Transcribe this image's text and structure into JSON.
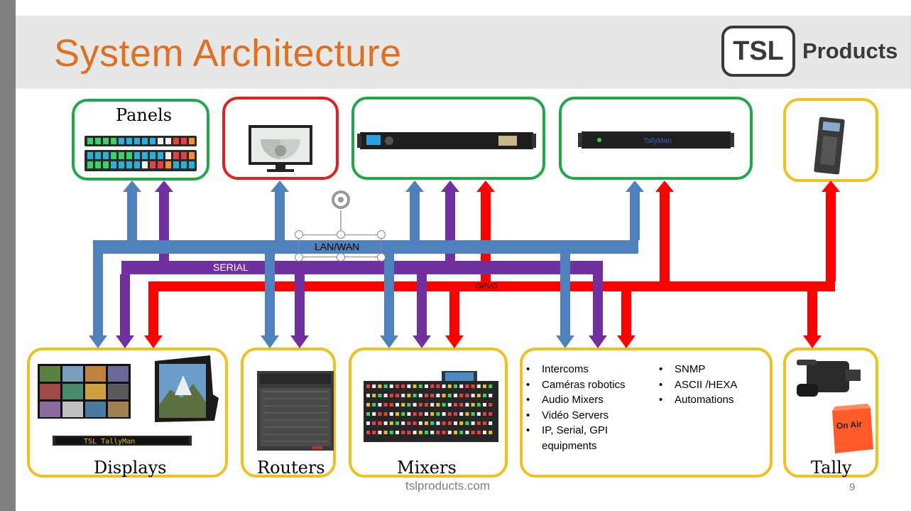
{
  "slide": {
    "title": "System Architecture",
    "footer": "tslproducts.com",
    "page_number": "9"
  },
  "logo": {
    "mark": "TSL",
    "text": "Products"
  },
  "buses": {
    "lan": "LAN/WAN",
    "serial": "SERIAL",
    "gpio": "GPI/O",
    "colors": {
      "lan": "#4f81bd",
      "serial": "#7030a0",
      "gpio": "#ff0000"
    }
  },
  "boxes": {
    "panels": "Panels",
    "displays": "Displays",
    "routers": "Routers",
    "mixers": "Mixers",
    "tally": "Tally"
  },
  "devices": {
    "tallyman_display": "TSL  TallyMan",
    "on_air": "On Air"
  },
  "equipment_list": {
    "left": [
      "Intercoms",
      "Caméras robotics",
      "Audio Mixers",
      "Vidéo Servers",
      "IP, Serial, GPI equipments"
    ],
    "right": [
      "SNMP",
      "ASCII /HEXA",
      "Automations"
    ]
  }
}
